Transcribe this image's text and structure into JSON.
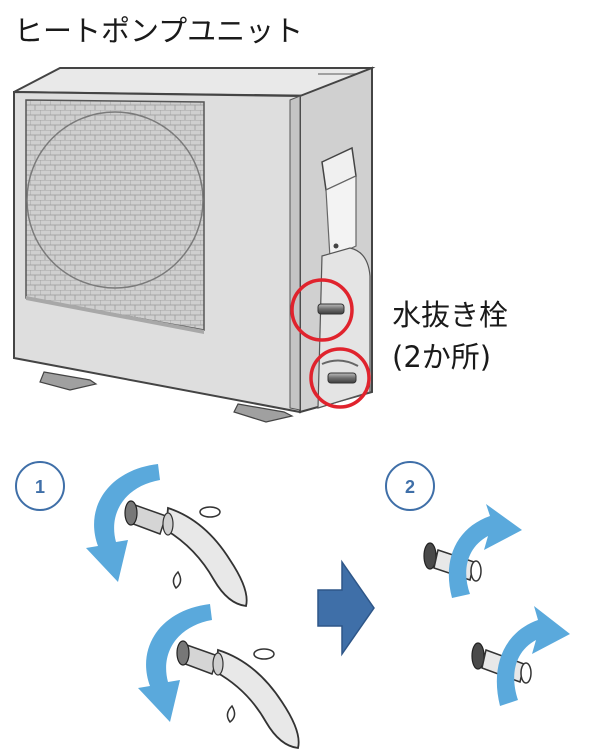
{
  "title": "ヒートポンプユニット",
  "drain_label": {
    "line1": "水抜き栓",
    "line2": "(2か所)"
  },
  "steps": [
    {
      "number": "1"
    },
    {
      "number": "2"
    }
  ],
  "colors": {
    "highlight_circle": "#e0232d",
    "rotation_arrow": "#5aa9dc",
    "step_arrow": "#3f6fa8",
    "step_badge": "#3f6fa8"
  }
}
